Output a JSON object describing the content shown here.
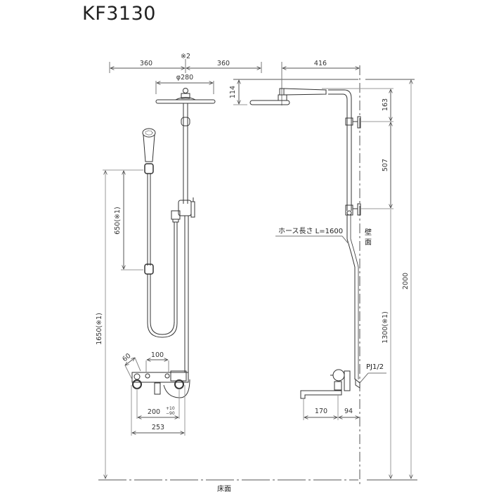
{
  "title": "KF3130",
  "front_view": {
    "dims": {
      "left_span": "360",
      "right_span": "360",
      "center_note": "※2",
      "head_diameter": "φ280",
      "slide_bar": "650(※1)",
      "holder_height": "1650(※1)",
      "angle": "60",
      "handle_pitch": "100",
      "mount_pitch": "200",
      "mount_tol_plus": "+10",
      "mount_tol_minus": "−90",
      "overall_width": "253"
    }
  },
  "side_view": {
    "dims": {
      "head_height": "114",
      "arm_reach": "416",
      "top_to_bracket": "163",
      "bracket_spacing": "507",
      "overall_height": "2000",
      "faucet_height": "1300(※1)",
      "spout_length": "170",
      "wall_offset": "94"
    },
    "labels": {
      "hose": "ホース長さ L=1600",
      "wall_1": "壁",
      "wall_2": "面",
      "connection": "PJ1/2"
    }
  },
  "floor_label": "床面",
  "colors": {
    "line": "#333333",
    "dim_line": "#555555",
    "ext_line": "#9a9a9a",
    "text": "#333333"
  }
}
